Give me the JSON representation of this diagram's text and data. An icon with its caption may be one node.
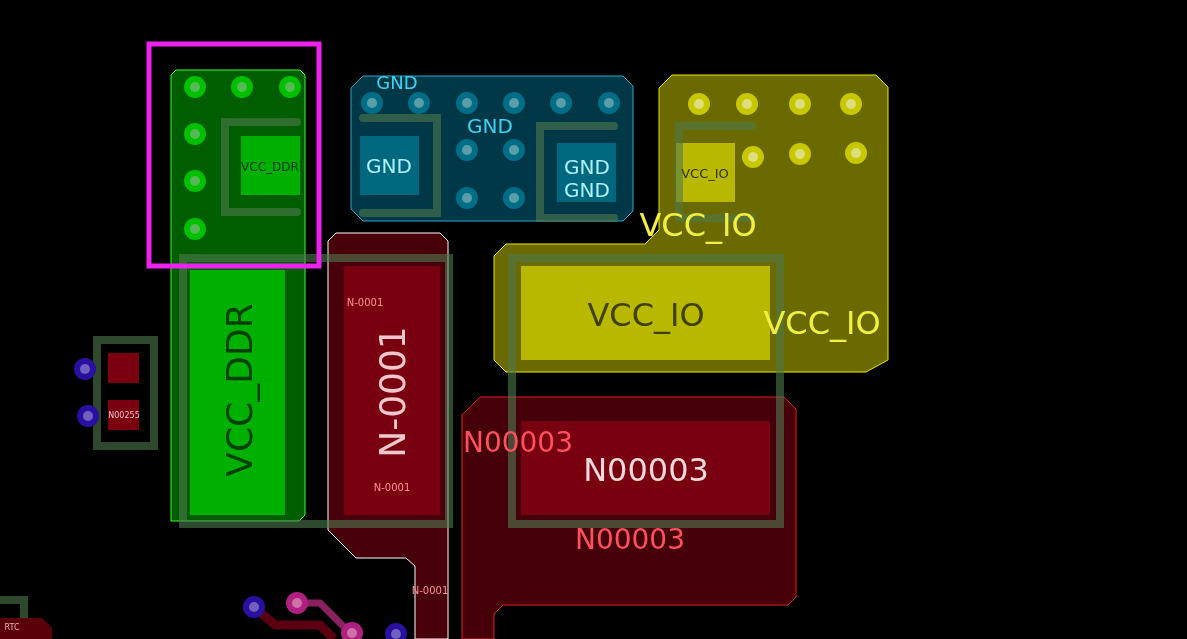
{
  "diagram": {
    "labels": [
      "GND",
      "GND",
      "GND",
      "GND",
      "GND",
      "VCC_DDR",
      "VCC_IO",
      "VCC_IO",
      "VCC_IO",
      "VCC_IO",
      "VCC_DDR",
      "N-0001",
      "N-0001",
      "N-0001",
      "N00255",
      "N00003",
      "N00003",
      "N00003",
      "N-0001",
      "RTC"
    ]
  }
}
